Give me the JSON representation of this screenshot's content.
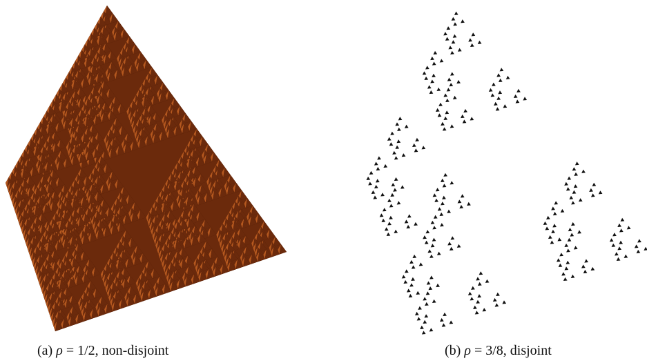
{
  "figures": [
    {
      "id": "a",
      "caption": {
        "label": "(a)",
        "symbol": "ρ",
        "eq": " = ",
        "value": "1/2",
        "rest": ", non-disjoint"
      },
      "ratio": 0.5,
      "depth": 5,
      "colors": {
        "face_light": "#b5581f",
        "face_dark": "#6b2a0c",
        "edge": "#3c1404",
        "hole": "#ffffff"
      }
    },
    {
      "id": "b",
      "caption": {
        "label": "(b)",
        "symbol": "ρ",
        "eq": " = ",
        "value": "3/8",
        "rest": ", disjoint"
      },
      "ratio": 0.375,
      "depth": 4,
      "colors": {
        "mark": "#111111"
      }
    }
  ]
}
